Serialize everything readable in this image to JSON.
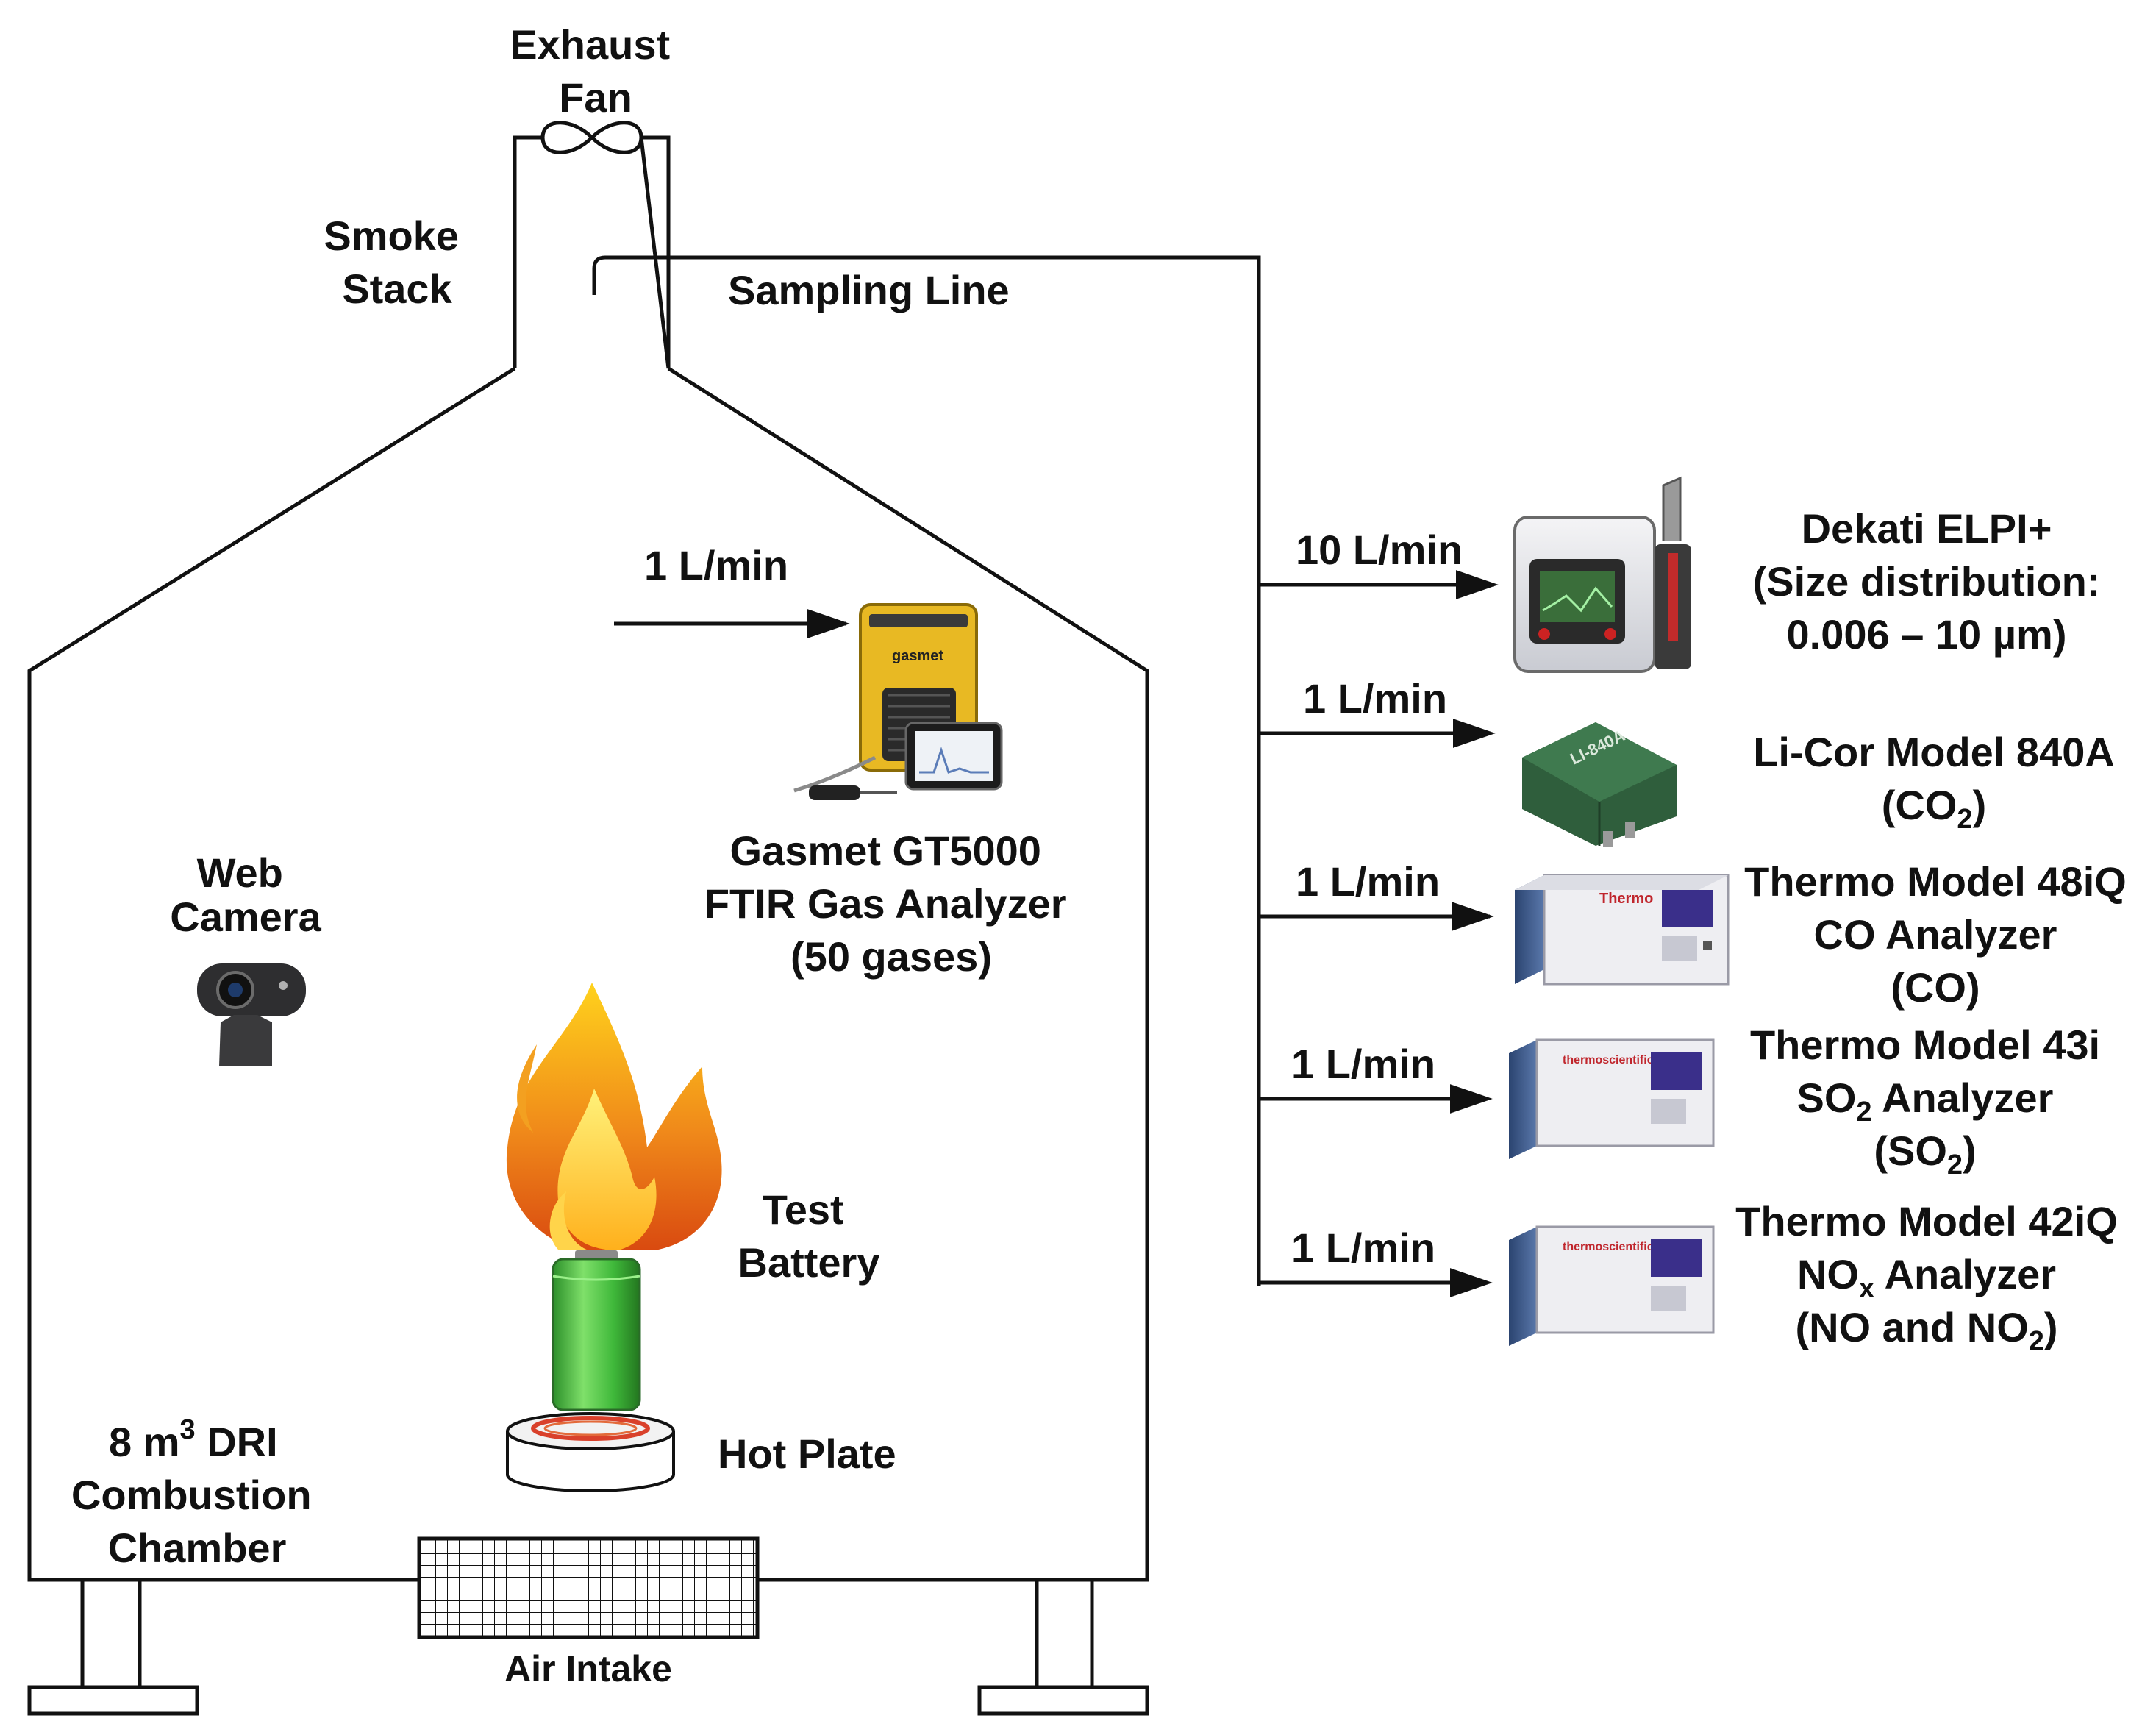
{
  "chamber": {
    "exhaust_fan_label": [
      "Exhaust",
      "Fan"
    ],
    "smoke_stack_label": [
      "Smoke",
      "Stack"
    ],
    "sampling_line_label": "Sampling Line",
    "air_intake_label": "Air Intake",
    "chamber_label": {
      "prefix": "8 m",
      "sup": "3",
      "suffix": " DRI",
      "lines": [
        "Combustion",
        "Chamber"
      ]
    },
    "web_camera_label": [
      "Web",
      "Camera"
    ],
    "test_battery_label": [
      "Test",
      "Battery"
    ],
    "hot_plate_label": "Hot Plate",
    "ftir_flow": "1 L/min",
    "ftir_label": [
      "Gasmet GT5000",
      "FTIR Gas Analyzer",
      "(50 gases)"
    ],
    "ftir_device_brand": "gasmet"
  },
  "instruments": [
    {
      "flow": "10 L/min",
      "lines": [
        "Dekati ELPI+",
        "(Size distribution:",
        "0.006 – 10 µm)"
      ],
      "brand": ""
    },
    {
      "flow": "1 L/min",
      "lines": [
        "Li-Cor Model 840A",
        "(CO|2|)"
      ],
      "brand": "LI-840A"
    },
    {
      "flow": "1 L/min",
      "lines": [
        "Thermo Model 48iQ",
        "CO Analyzer",
        "(CO)"
      ],
      "brand": "Thermo"
    },
    {
      "flow": "1 L/min",
      "lines": [
        "Thermo Model 43i",
        "SO|2| Analyzer",
        "(SO|2|)"
      ],
      "brand": "thermoscientific"
    },
    {
      "flow": "1 L/min",
      "lines": [
        "Thermo Model 42iQ",
        "NO|x| Analyzer",
        "(NO and NO|2|)"
      ],
      "brand": "thermoscientific"
    }
  ],
  "colors": {
    "line": "#111111",
    "analyzer_blue": "#3c5a8c",
    "gasmet_yellow": "#e8b923",
    "battery_green": "#3fb83a",
    "flame_orange": "#f08a1a",
    "hotplate_red": "#d9412b"
  }
}
